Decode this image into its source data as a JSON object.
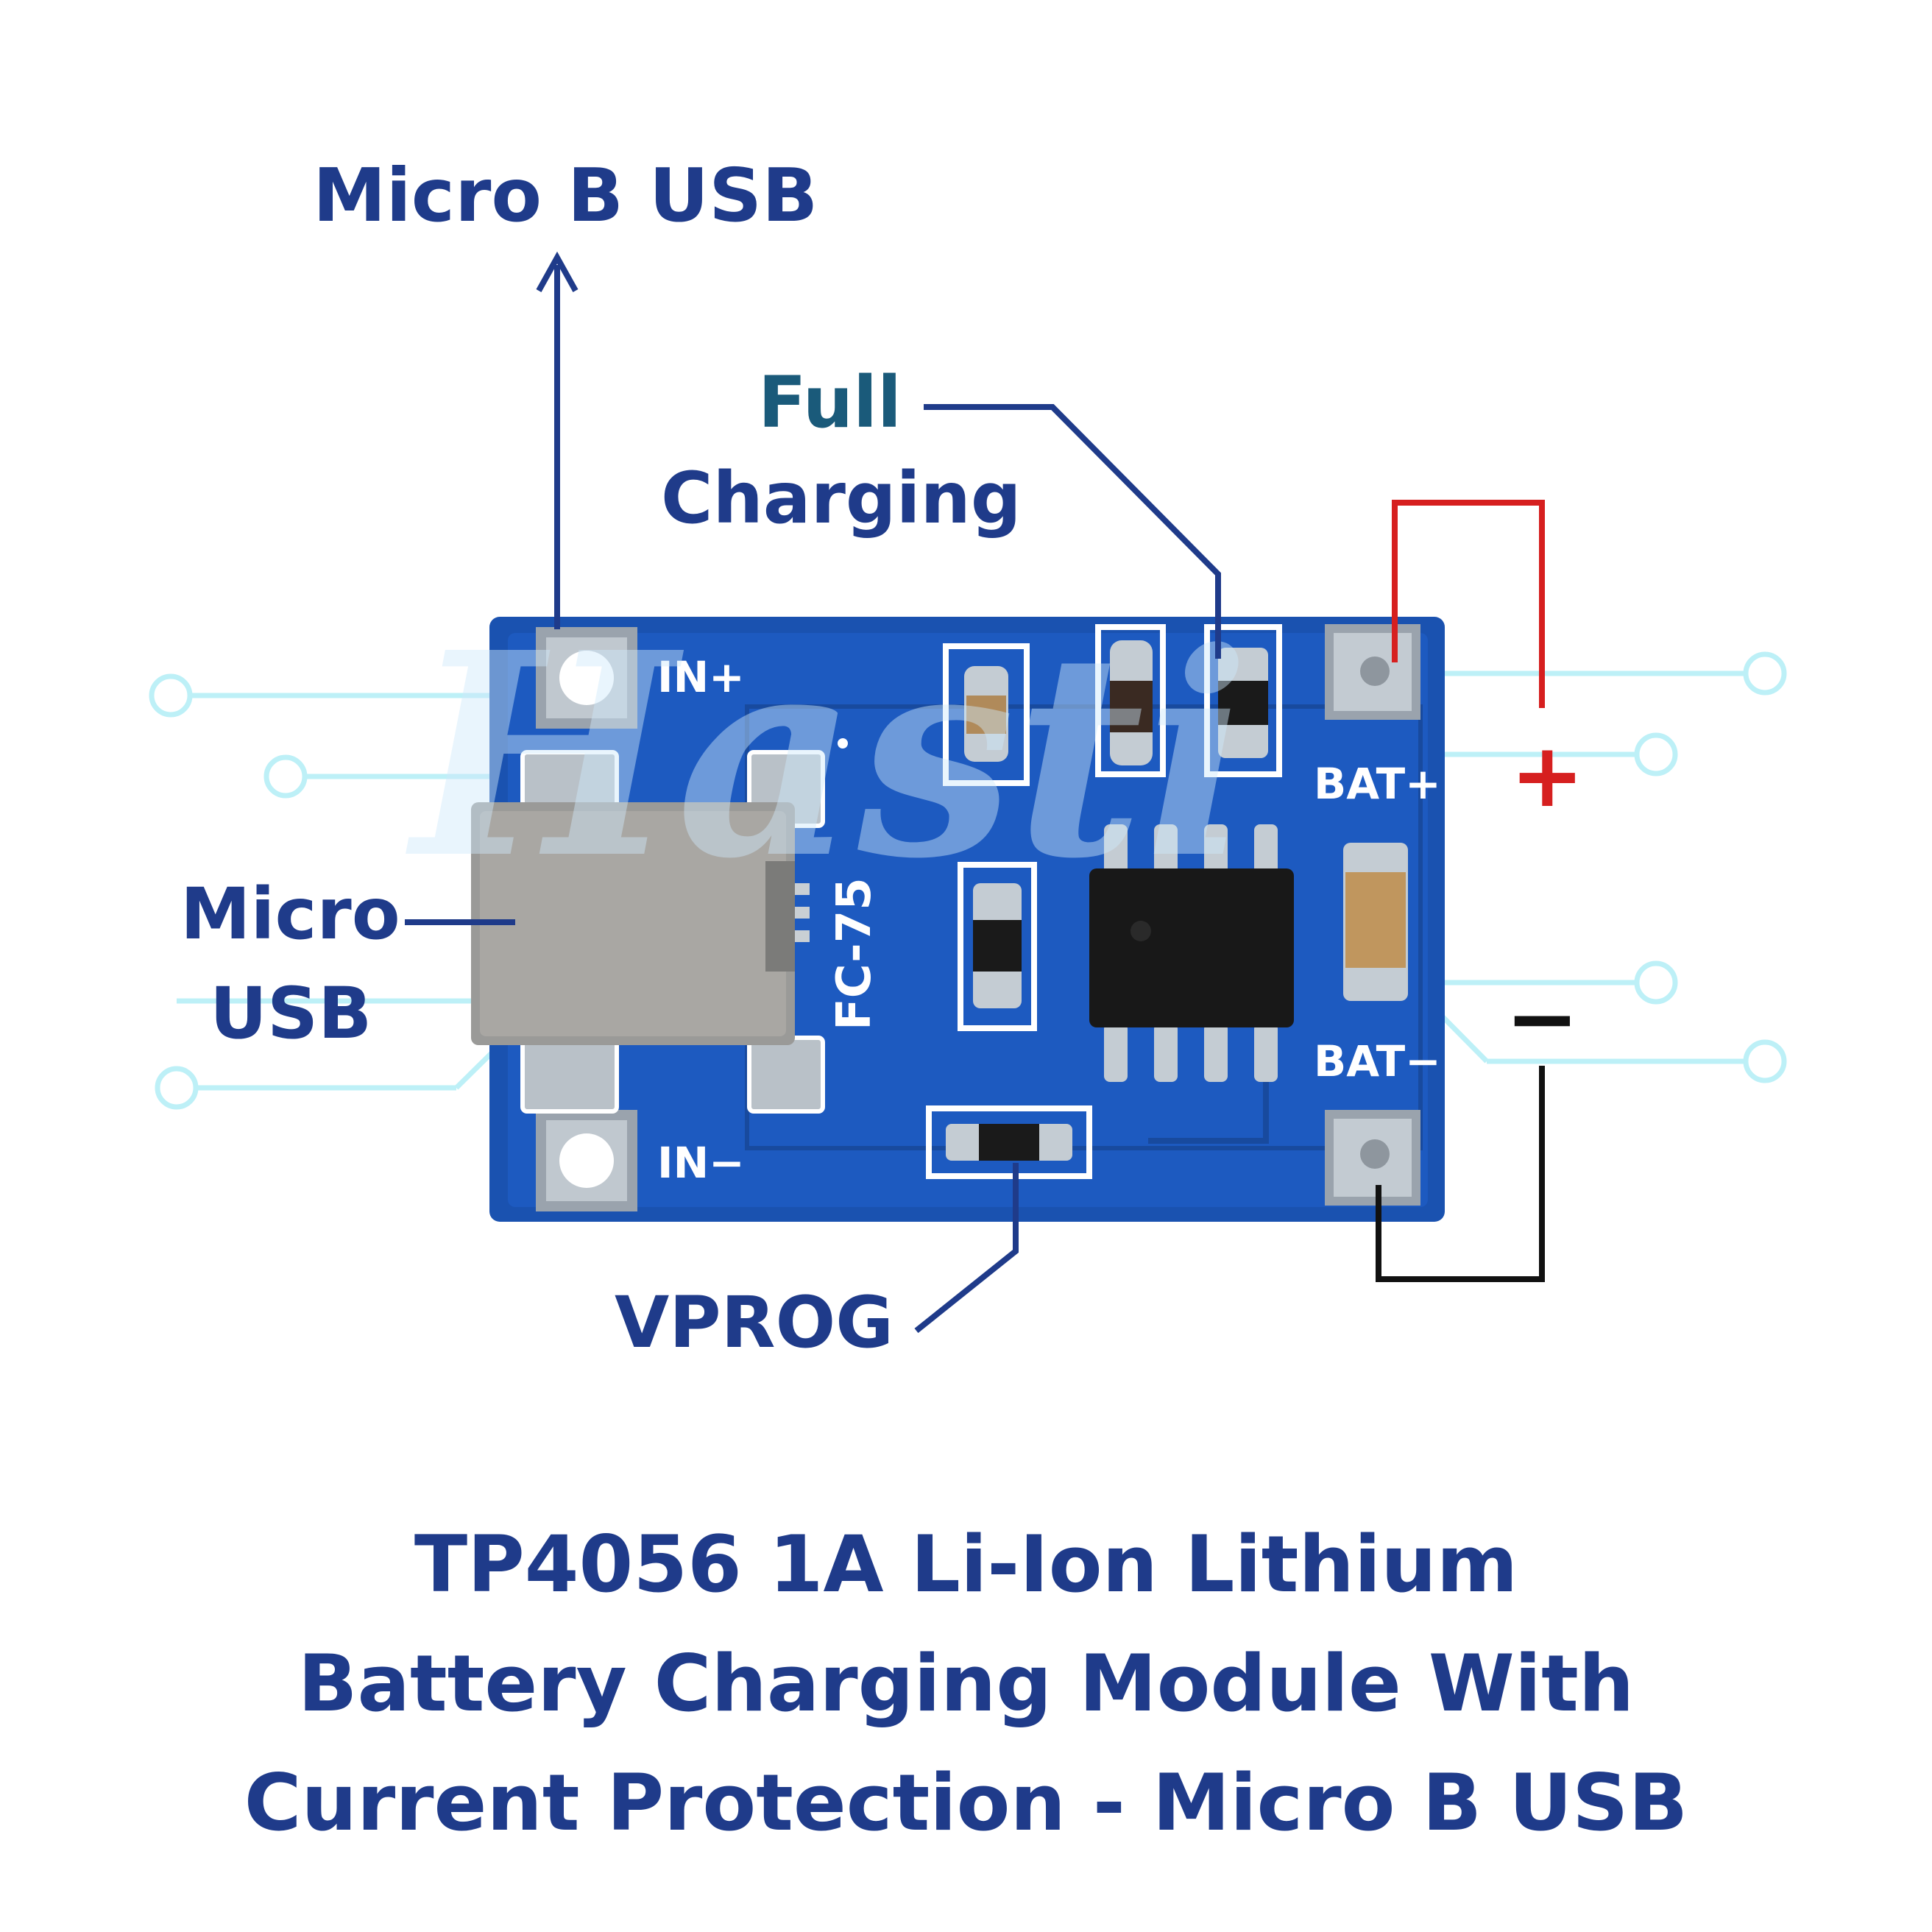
{
  "labels": {
    "micro_b_usb": "Micro B USB",
    "full": "Full",
    "charging": "Charging",
    "micro": "Micro",
    "usb": "USB",
    "vprog": "VPROG",
    "plus": "+",
    "minus": "−"
  },
  "board": {
    "in_plus": "IN+",
    "in_minus": "IN−",
    "bat_plus": "BAT+",
    "bat_minus": "BAT−",
    "marking": "FC-75"
  },
  "title_lines": [
    "TP4056 1A Li-Ion Lithium",
    "Battery Charging Module With",
    "Current Protection - Micro B USB"
  ],
  "watermark": "Hasti",
  "colors": {
    "label_blue": "#1f3b8a",
    "label_teal": "#1a5a7a",
    "pcb_blue": "#1a52b0",
    "plus_red": "#d61f1f",
    "minus_black": "#111111",
    "deco_cyan": "#bdf0f7"
  }
}
